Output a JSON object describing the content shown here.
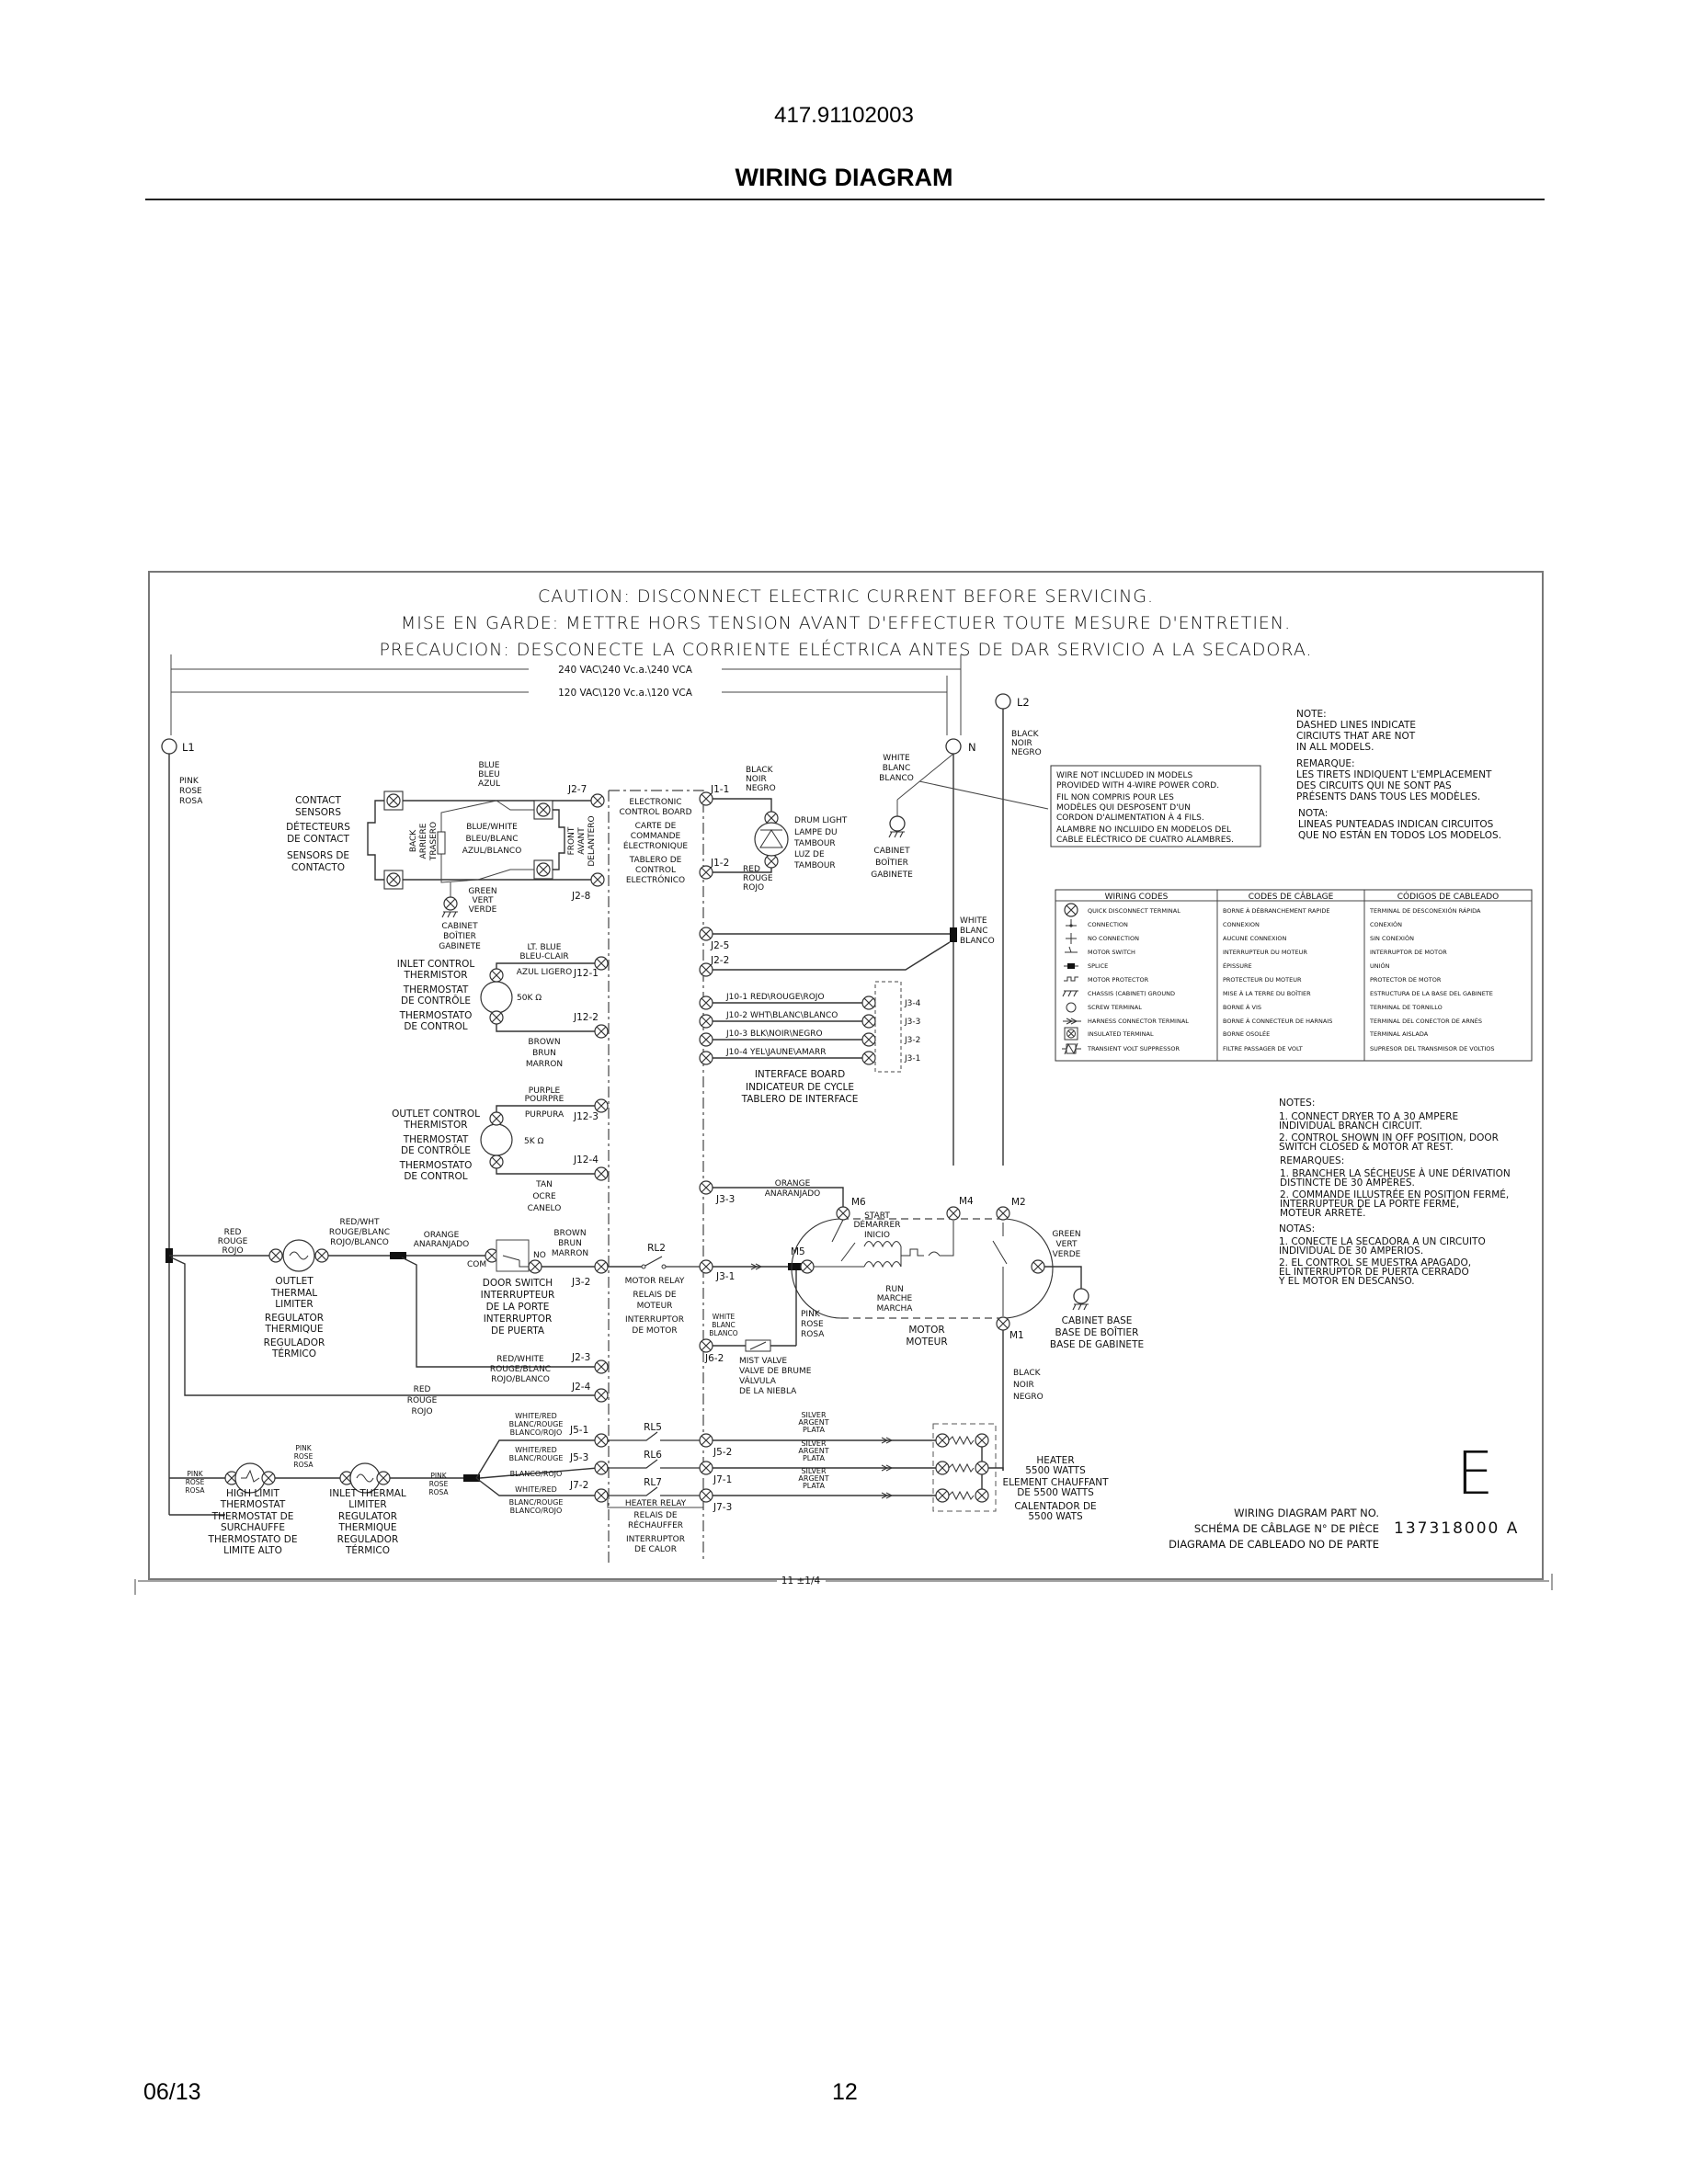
{
  "page": {
    "model_number": "417.91102003",
    "title": "WIRING DIAGRAM",
    "footer_date": "06/13",
    "footer_page": "12"
  },
  "caution": {
    "en": "CAUTION:  DISCONNECT ELECTRIC CURRENT BEFORE SERVICING.",
    "fr": "MISE EN GARDE:  METTRE HORS TENSION AVANT D'EFFECTUER TOUTE MESURE D'ENTRETIEN.",
    "es": "PRECAUCION:  DESCONECTE LA CORRIENTE ELÉCTRICA ANTES DE DAR SERVICIO A LA SECADORA."
  },
  "dimensions": {
    "v240": "240 VAC\\240 Vc.a.\\240 VCA",
    "v120": "120 VAC\\120 Vc.a.\\120 VCA",
    "width": "11 ±1/4"
  },
  "terminals": {
    "l1": "L1",
    "l2": "L2",
    "n": "N"
  },
  "wire_colors": {
    "pink": [
      "PINK",
      "ROSE",
      "ROSA"
    ],
    "black": [
      "BLACK",
      "NOIR",
      "NEGRO"
    ],
    "white": [
      "WHITE",
      "BLANC",
      "BLANCO"
    ],
    "blue": [
      "BLUE",
      "BLEU",
      "AZUL"
    ],
    "blue_white": [
      "BLUE/WHITE",
      "BLEU/BLANC",
      "AZUL/BLANCO"
    ],
    "green": [
      "GREEN",
      "VERT",
      "VERDE"
    ],
    "lt_blue": [
      "LT. BLUE",
      "BLEU-CLAIR",
      "AZUL LIGERO"
    ],
    "brown": [
      "BROWN",
      "BRUN",
      "MARRON"
    ],
    "purple": [
      "PURPLE",
      "POURPRE",
      "PURPURA"
    ],
    "tan": [
      "TAN",
      "OCRE",
      "CANELO"
    ],
    "red": [
      "RED",
      "ROUGE",
      "ROJO"
    ],
    "red_wht": [
      "RED/WHT",
      "ROUGE/BLANC",
      "ROJO/BLANCO"
    ],
    "red_white": [
      "RED/WHITE",
      "ROUGE/BLANC",
      "ROJO/BLANCO"
    ],
    "orange": [
      "ORANGE",
      "ANARANJADO"
    ],
    "white_red": [
      "WHITE/RED",
      "BLANC/ROUGE",
      "BLANCO/ROJO"
    ],
    "silver": [
      "SILVER",
      "ARGENT",
      "PLATA"
    ]
  },
  "components": {
    "contact_sensors": [
      "CONTACT",
      "SENSORS",
      "DÉTECTEURS",
      "DE CONTACT",
      "SENSORS DE",
      "CONTACTO"
    ],
    "back": [
      "BACK",
      "ARRIÈRE",
      "TRASERO"
    ],
    "front": [
      "FRONT",
      "AVANT",
      "DELANTERO"
    ],
    "cabinet": [
      "CABINET",
      "BOÎTIER",
      "GABINETE"
    ],
    "control_board": [
      "ELECTRONIC",
      "CONTROL BOARD",
      "CARTE DE",
      "COMMANDE",
      "ÉLECTRONIQUE",
      "TABLERO DE",
      "CONTROL",
      "ELECTRÓNICO"
    ],
    "drum_light": [
      "DRUM LIGHT",
      "LAMPE DU",
      "TAMBOUR",
      "LUZ DE",
      "TAMBOUR"
    ],
    "inlet_thermistor": [
      "INLET CONTROL",
      "THERMISTOR",
      "THERMOSTAT",
      "DE CONTRÔLE",
      "THERMOSTATO",
      "DE CONTROL"
    ],
    "inlet_thermistor_value": "50K Ω",
    "outlet_thermistor": [
      "OUTLET CONTROL",
      "THERMISTOR",
      "THERMOSTAT",
      "DE CONTRÔLE",
      "THERMOSTATO",
      "DE CONTROL"
    ],
    "outlet_thermistor_value": "5K Ω",
    "interface_board": [
      "INTERFACE BOARD",
      "INDICATEUR DE CYCLE",
      "TABLERO DE INTERFACE"
    ],
    "outlet_limiter": [
      "OUTLET",
      "THERMAL",
      "LIMITER",
      "REGULATOR",
      "THERMIQUE",
      "REGULADOR",
      "TÉRMICO"
    ],
    "door_switch": [
      "DOOR SWITCH",
      "INTERRUPTEUR",
      "DE LA PORTE",
      "INTERRUPTOR",
      "DE PUERTA"
    ],
    "door_switch_com": "COM",
    "door_switch_no": "NO",
    "motor_relay_id": "RL2",
    "motor_relay": [
      "MOTOR RELAY",
      "RELAIS DE",
      "MOTEUR",
      "INTERRUPTOR",
      "DE MOTOR"
    ],
    "motor": [
      "MOTOR",
      "MOTEUR"
    ],
    "motor_start": [
      "START",
      "DÉMARRER",
      "INICIO"
    ],
    "motor_run": [
      "RUN",
      "MARCHE",
      "MARCHA"
    ],
    "mist_valve": [
      "MIST VALVE",
      "VALVE DE BRUME",
      "VÁLVULA",
      "DE LA NIEBLA"
    ],
    "cabinet_base": [
      "CABINET BASE",
      "BASE DE BOÎTIER",
      "BASE DE GABINETE"
    ],
    "high_limit": [
      "HIGH LIMIT",
      "THERMOSTAT",
      "THERMOSTAT DE",
      "SURCHAUFFE",
      "THERMOSTATO DE",
      "LIMITE ALTO"
    ],
    "inlet_limiter": [
      "INLET THERMAL",
      "LIMITER",
      "REGULATOR",
      "THERMIQUE",
      "REGULADOR",
      "TÉRMICO"
    ],
    "heater_relays": [
      "RL5",
      "RL6",
      "RL7"
    ],
    "heater_relay": [
      "HEATER RELAY",
      "RELAIS DE",
      "RÉCHAUFFER",
      "INTERRUPTOR",
      "DE CALOR"
    ],
    "heater": [
      "HEATER",
      "5500 WATTS",
      "ELEMENT CHAUFFANT",
      "DE 5500 WATTS",
      "CALENTADOR DE",
      "5500 WATS"
    ]
  },
  "connectors": {
    "j2_7": "J2-7",
    "j2_8": "J2-8",
    "j1_1": "J1-1",
    "j1_2": "J1-2",
    "j2_5": "J2-5",
    "j2_2": "J2-2",
    "j12_1": "J12-1",
    "j12_2": "J12-2",
    "j12_3": "J12-3",
    "j12_4": "J12-4",
    "j3_3": "J3-3",
    "j3_2": "J3-2",
    "j3_1": "J3-1",
    "j2_3": "J2-3",
    "j2_4": "J2-4",
    "j6_2": "J6-2",
    "j5_1": "J5-1",
    "j5_3": "J5-3",
    "j7_2": "J7-2",
    "j5_2": "J5-2",
    "j7_1": "J7-1",
    "j7_3": "J7-3",
    "m1": "M1",
    "m2": "M2",
    "m4": "M4",
    "m5": "M5",
    "m6": "M6"
  },
  "interface_lines": [
    {
      "left": "J10-1 RED\\ROUGE\\ROJO",
      "right": "J3-4"
    },
    {
      "left": "J10-2 WHT\\BLANC\\BLANCO",
      "right": "J3-3"
    },
    {
      "left": "J10-3  BLK\\NOIR\\NEGRO",
      "right": "J3-2"
    },
    {
      "left": "J10-4 YEL\\JAUNE\\AMARR",
      "right": "J3-1"
    }
  ],
  "wire_note": [
    "WIRE NOT INCLUDED IN MODELS",
    "PROVIDED WITH 4-WIRE POWER CORD.",
    "FIL NON COMPRIS POUR LES",
    "MODÈLES QUI DESPOSENT D'UN",
    "CORDON D'ALIMENTATION À 4 FILS.",
    "ALAMBRE NO INCLUIDO EN MODELOS DEL",
    "CABLE ELÉCTRICO DE CUATRO ALAMBRES."
  ],
  "dashed_note": [
    "NOTE:",
    "DASHED LINES INDICATE",
    "CIRCIUTS THAT ARE NOT",
    "IN ALL MODELS.",
    "REMARQUE:",
    "LES TIRETS INDIQUENT L'EMPLACEMENT",
    "DES CIRCUITS QUI NE SONT PAS",
    "PRÉSENTS DANS TOUS LES MODÈLES.",
    "NOTA:",
    "LINEAS PUNTEADAS INDICAN CIRCUITOS",
    "QUE NO ESTÁN EN TODOS LOS MODELOS."
  ],
  "wiring_codes": {
    "headers": [
      "WIRING CODES",
      "CODES DE CÂBLAGE",
      "CÓDIGOS DE CABLEADO"
    ],
    "rows": [
      {
        "icon": "quick-disconnect",
        "en": "QUICK DISCONNECT TERMINAL",
        "fr": "BORNE À DÉBRANCHEMENT RAPIDE",
        "es": "TERMINAL DE DESCONEXIÓN RÁPIDA"
      },
      {
        "icon": "connection",
        "en": "CONNECTION",
        "fr": "CONNEXION",
        "es": "CONEXIÓN"
      },
      {
        "icon": "no-connection",
        "en": "NO CONNECTION",
        "fr": "AUCUNE CONNEXION",
        "es": "SIN CONEXIÓN"
      },
      {
        "icon": "motor-switch",
        "en": "MOTOR SWITCH",
        "fr": "INTERRUPTEUR DU MOTEUR",
        "es": "INTERRUPTOR DE MOTOR"
      },
      {
        "icon": "splice",
        "en": "SPLICE",
        "fr": "ÉPISSURE",
        "es": "UNIÓN"
      },
      {
        "icon": "motor-protector",
        "en": "MOTOR PROTECTOR",
        "fr": "PROTECTEUR DU MOTEUR",
        "es": "PROTECTOR DE MOTOR"
      },
      {
        "icon": "chassis-ground",
        "en": "CHASSIS (CABINET) GROUND",
        "fr": "MISE À LA TERRE DU BOÎTIER",
        "es": "ESTRUCTURA DE LA BASE DEL GABINETE"
      },
      {
        "icon": "screw-terminal",
        "en": "SCREW TERMINAL",
        "fr": "BORNE À VIS",
        "es": "TERMINAL DE TORNILLO"
      },
      {
        "icon": "harness-connector",
        "en": "HARNESS CONNECTOR TERMINAL",
        "fr": "BORNE À CONNECTEUR DE HARNAIS",
        "es": "TERMINAL DEL CONECTOR DE ARNÉS"
      },
      {
        "icon": "insulated-terminal",
        "en": "INSULATED TERMINAL",
        "fr": "BORNE OSOLÉE",
        "es": "TERMINAL AISLADA"
      },
      {
        "icon": "transient-volt-suppressor",
        "en": "TRANSIENT VOLT SUPPRESSOR",
        "fr": "FILTRE PASSAGER DE VOLT",
        "es": "SUPRESOR DEL TRANSMISOR DE VOLTIOS"
      }
    ]
  },
  "notes": [
    "NOTES:",
    "1. CONNECT DRYER TO A 30 AMPERE",
    "    INDIVIDUAL BRANCH CIRCUIT.",
    "2. CONTROL SHOWN IN OFF POSITION, DOOR",
    "    SWITCH CLOSED & MOTOR AT REST.",
    "REMARQUES:",
    "1. BRANCHER LA SÉCHEUSE À UNE DÉRIVATION",
    "    DISTINCTE DE 30 AMPÈRES.",
    "2. COMMANDE ILLUSTRÉE EN POSITION FERMÉ,",
    "    INTERRUPTEUR DE LA PORTE FERMÉ,",
    "    MOTEUR ARRETÉ.",
    "NOTAS:",
    "1. CONECTE LA SECADORA A UN CIRCUITO",
    "    INDIVIDUAL DE 30 AMPERIOS.",
    "2. EL CONTROL SE MUESTRA APAGADO,",
    "    EL INTERRUPTOR DE PUERTA CERRADO",
    "    Y EL MOTOR EN DESCANSO."
  ],
  "part_block": {
    "revision_letter": "E",
    "label_en": "WIRING DIAGRAM PART NO.",
    "label_fr": "SCHÉMA DE CÂBLAGE N° DE PIÈCE",
    "label_es": "DIAGRAMA DE CABLEADO NO DE PARTE",
    "part_number": "137318000  A"
  }
}
